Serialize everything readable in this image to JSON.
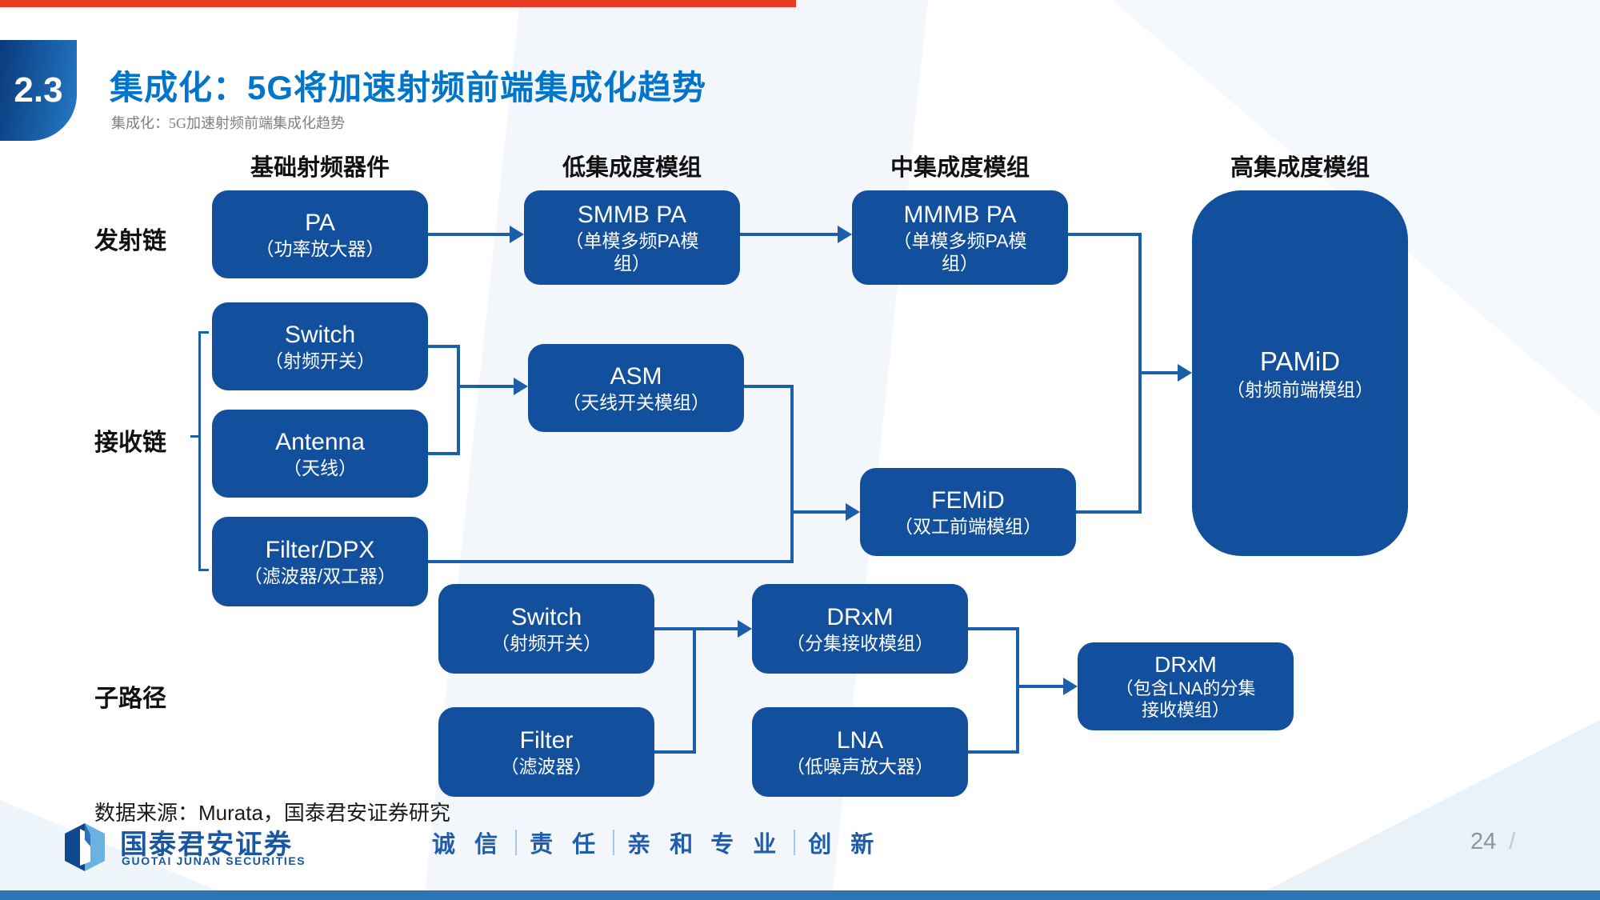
{
  "slide": {
    "section_number": "2.3",
    "title": "集成化：5G将加速射频前端集成化趋势",
    "subtitle": "集成化：5G加速射频前端集成化趋势",
    "source_note": "数据来源：Murata，国泰君安证券研究",
    "page_number": "24",
    "page_separator": "/"
  },
  "diagram": {
    "column_headers": [
      "基础射频器件",
      "低集成度模组",
      "中集成度模组",
      "高集成度模组"
    ],
    "row_labels": [
      "发射链",
      "接收链",
      "子路径"
    ],
    "nodes": {
      "pa": {
        "lines": [
          "PA",
          "（功率放大器）"
        ]
      },
      "smmb_pa": {
        "lines": [
          "SMMB PA",
          "（单模多频PA模",
          "组）"
        ]
      },
      "mmmb_pa": {
        "lines": [
          "MMMB PA",
          "（单模多频PA模",
          "组）"
        ]
      },
      "pamid": {
        "lines": [
          "PAMiD",
          "（射频前端模组）"
        ]
      },
      "switch_rx": {
        "lines": [
          "Switch",
          "（射频开关）"
        ]
      },
      "antenna": {
        "lines": [
          "Antenna",
          "（天线）"
        ]
      },
      "filter_dpx": {
        "lines": [
          "Filter/DPX",
          "（滤波器/双工器）"
        ]
      },
      "asm": {
        "lines": [
          "ASM",
          "（天线开关模组）"
        ]
      },
      "femid": {
        "lines": [
          "FEMiD",
          "（双工前端模组）"
        ]
      },
      "switch_sub": {
        "lines": [
          "Switch",
          "（射频开关）"
        ]
      },
      "filter_sub": {
        "lines": [
          "Filter",
          "（滤波器）"
        ]
      },
      "drxm": {
        "lines": [
          "DRxM",
          "（分集接收模组）"
        ]
      },
      "lna": {
        "lines": [
          "LNA",
          "（低噪声放大器）"
        ]
      },
      "drxm_lna": {
        "lines": [
          "DRxM",
          "（包含LNA的分集",
          "接收模组）"
        ]
      }
    }
  },
  "footer": {
    "logo_cn": "国泰君安证券",
    "logo_en": "GUOTAI JUNAN SECURITIES",
    "slogan_words": [
      "诚 信",
      "责 任",
      "亲 和",
      "专 业",
      "创 新"
    ]
  },
  "colors": {
    "node_blue": "#124f9c",
    "connector_blue": "#1b5ea9",
    "title_blue": "#0075c9",
    "accent_red": "#e93b22",
    "bottom_bar_blue": "#2e75b6",
    "logo_blue": "#1a57a2",
    "subtitle_gray": "#7f7f7f"
  }
}
